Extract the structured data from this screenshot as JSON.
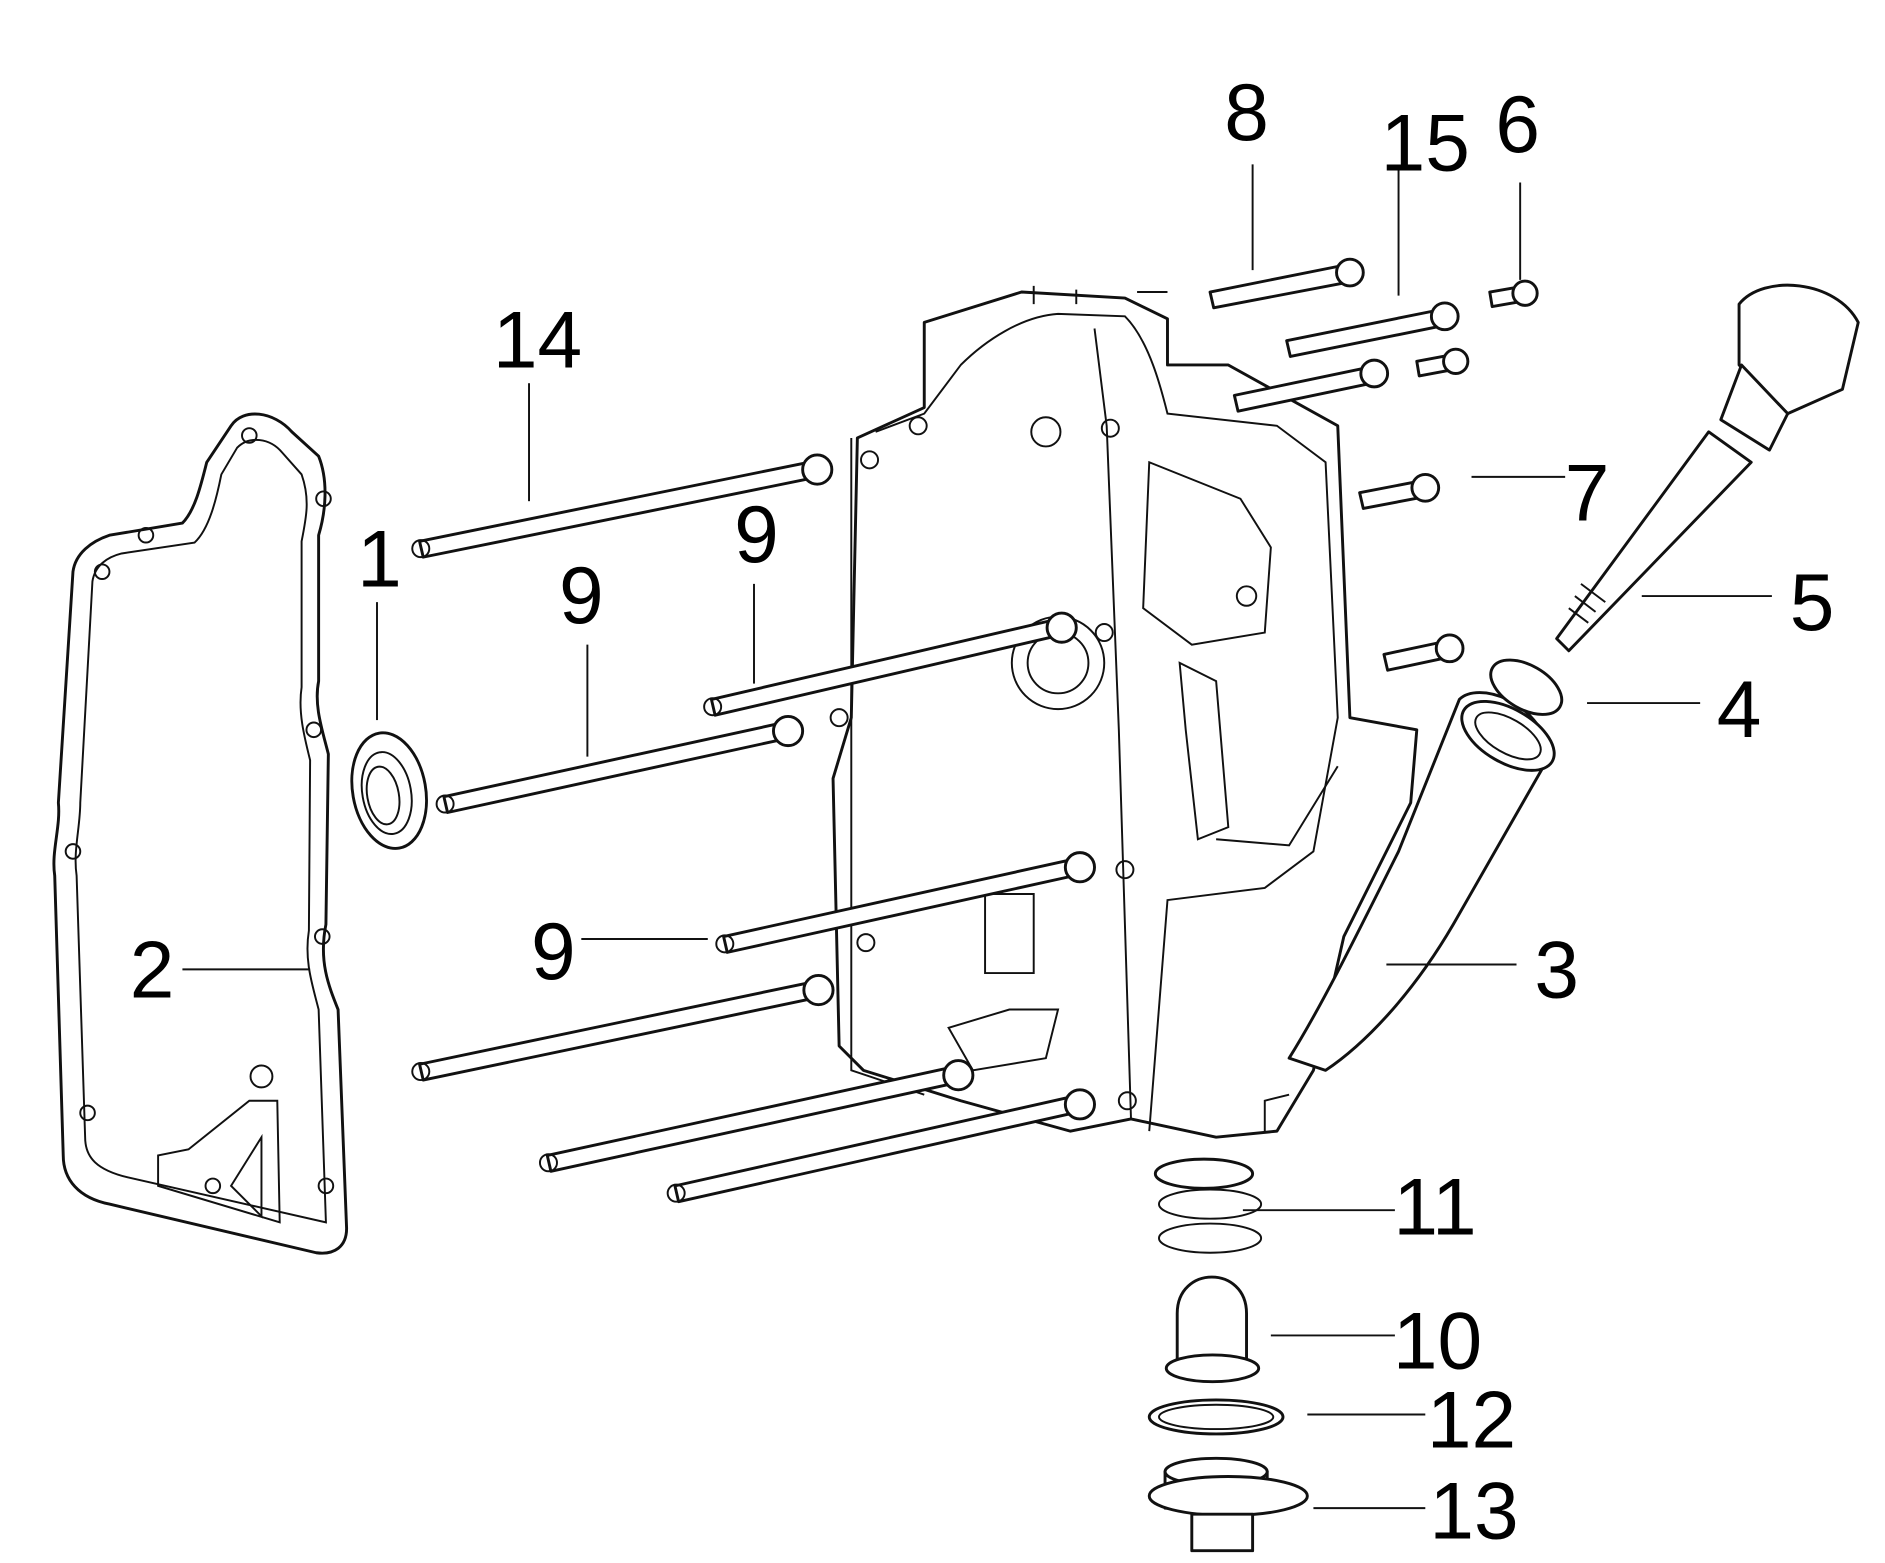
{
  "diagram": {
    "type": "exploded-parts-view",
    "callouts": {
      "c1": "1",
      "c2": "2",
      "c3": "3",
      "c4": "4",
      "c5": "5",
      "c6": "6",
      "c7": "7",
      "c8": "8",
      "c9a": "9",
      "c9b": "9",
      "c9c": "9",
      "c10": "10",
      "c11": "11",
      "c12": "12",
      "c13": "13",
      "c14": "14",
      "c15": "15"
    },
    "colors": {
      "line": "#111111",
      "background": "#ffffff"
    }
  }
}
